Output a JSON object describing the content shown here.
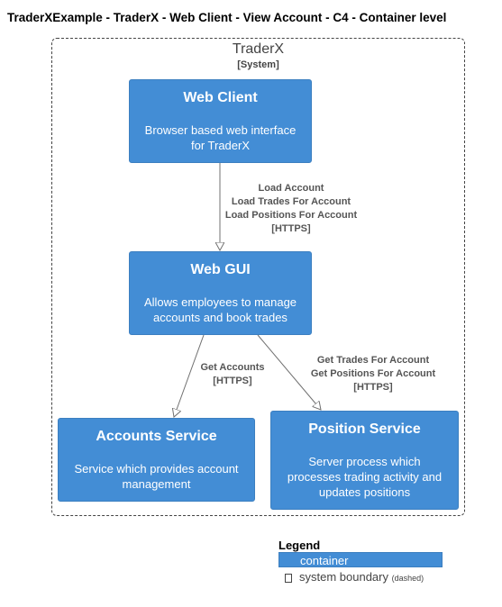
{
  "title": "TraderXExample - TraderX - Web Client - View Account - C4 - Container level",
  "boundary": {
    "name": "TraderX",
    "type": "[System]"
  },
  "nodes": {
    "web_client": {
      "title": "Web Client",
      "desc1": "Browser based web interface",
      "desc2": "for TraderX"
    },
    "web_gui": {
      "title": "Web GUI",
      "desc1": "Allows employees to manage",
      "desc2": "accounts and book trades"
    },
    "accounts_service": {
      "title": "Accounts Service",
      "desc1": "Service which provides account",
      "desc2": "management"
    },
    "position_service": {
      "title": "Position Service",
      "desc1": "Server process which",
      "desc2": "processes trading activity and",
      "desc3": "updates positions"
    }
  },
  "edges": {
    "client_to_gui": [
      "Load Account",
      "Load Trades For Account",
      "Load Positions For Account",
      "[HTTPS]"
    ],
    "gui_to_accounts": [
      "Get Accounts",
      "[HTTPS]"
    ],
    "gui_to_position": [
      "Get Trades For Account",
      "Get Positions For Account",
      "[HTTPS]"
    ]
  },
  "legend": {
    "title": "Legend",
    "container": "container",
    "boundary": "system boundary",
    "boundary_note": "(dashed)"
  },
  "colors": {
    "container": "#438dd5",
    "border": "#3c7fc0",
    "edge": "#707070"
  }
}
